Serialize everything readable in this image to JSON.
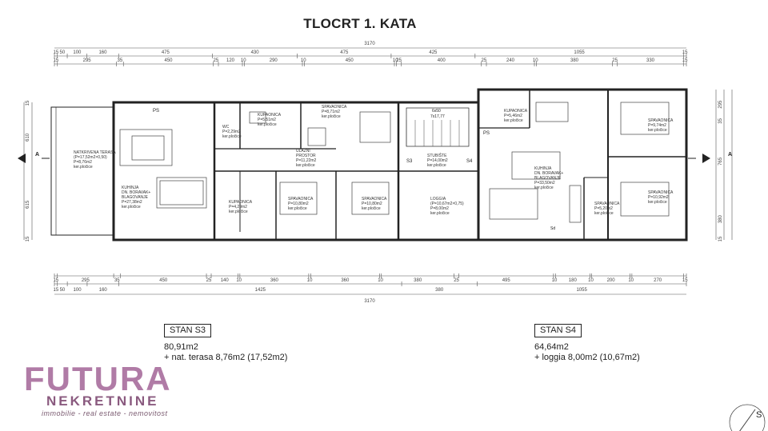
{
  "title": "TLOCRT 1. KATA",
  "dims_top_total": "3170",
  "dims_top_row1": [
    "15",
    "50",
    "100",
    "160",
    "475",
    "430",
    "475",
    "425",
    "1055",
    "15"
  ],
  "dims_top_row2": [
    "15",
    "295",
    "35",
    "450",
    "25",
    "120",
    "10",
    "290",
    "10",
    "450",
    "10",
    "25",
    "400",
    "25",
    "240",
    "10",
    "380",
    "25",
    "330",
    "15"
  ],
  "dims_bottom_row1": [
    "15",
    "295",
    "35",
    "450",
    "25",
    "140",
    "10",
    "360",
    "10",
    "360",
    "10",
    "380",
    "25",
    "495",
    "10",
    "180",
    "10",
    "200",
    "10",
    "270",
    "15"
  ],
  "dims_bottom_row2": [
    "15",
    "50",
    "100",
    "160",
    "1425",
    "380",
    "1055"
  ],
  "dims_bottom_total": "3170",
  "dims_left": [
    "15",
    "610",
    "615",
    "15"
  ],
  "dims_right": [
    "295",
    "35",
    "765",
    "380",
    "15"
  ],
  "rooms": [
    {
      "name": "NATKRIVENA TERASA",
      "area": "(P=17,52m2×0,50)",
      "area2": "P=8,76m2",
      "finish": "ker.pločice"
    },
    {
      "name": "KUHINJA",
      "name2": "DN. BORAVAK+",
      "name3": "BLAGOVANJE",
      "area": "P=27,38m2",
      "finish": "ker.pločice"
    },
    {
      "name": "WC",
      "area": "P=2,29m2",
      "finish": "ker.pločice"
    },
    {
      "name": "KUPAONICA",
      "area": "P=5,51m2",
      "finish": "ker.pločice"
    },
    {
      "name": "SPAVAONICA",
      "area": "P=8,71m2",
      "finish": "ker.pločice"
    },
    {
      "name": "ULAZNI",
      "name2": "PROSTOR",
      "area": "P=11,22m2",
      "finish": "ker.pločice"
    },
    {
      "name": "KUPAONICA",
      "area": "P=4,29m2",
      "finish": "ker.pločice"
    },
    {
      "name": "SPAVAONICA",
      "area": "P=10,80m2",
      "finish": "ker.pločice"
    },
    {
      "name": "SPAVAONICA",
      "area": "P=10,80m2",
      "finish": "ker.pločice"
    },
    {
      "name": "STUBIŠTE",
      "area": "P=14,00m2",
      "finish": "ker.pločice"
    },
    {
      "name": "LOGGIA",
      "area": "(P=10,67m2×0,75)",
      "area2": "P=8,00m2",
      "finish": "ker.pločice"
    },
    {
      "name": "KUPAONICA",
      "area": "P=5,46m2",
      "finish": "ker.pločice"
    },
    {
      "name": "KUHINJA",
      "name2": "DN. BORAVAK+",
      "name3": "BLAGOVANJE",
      "area": "P=33,50m2",
      "finish": "ker.pločice"
    },
    {
      "name": "SPAVAONICA",
      "area": "P=9,74m2",
      "finish": "ker.pločice"
    },
    {
      "name": "SPAVAONICA",
      "area": "P=5,20m2",
      "finish": "ker.pločice"
    },
    {
      "name": "SPAVAONICA",
      "area": "P=10,92m2",
      "finish": "ker.pločice"
    }
  ],
  "labels": {
    "s3": "S3",
    "s4": "S4",
    "section_a": "A",
    "ps": "PS",
    "stairs": "6x50",
    "stairs2": "7x17,77",
    "sd": "Sd",
    "north": "S"
  },
  "unit_s3": {
    "tag": "STAN S3",
    "area": "80,91m2",
    "extra": "+ nat. terasa 8,76m2 (17,52m2)"
  },
  "unit_s4": {
    "tag": "STAN S4",
    "area": "64,64m2",
    "extra": "+ loggia 8,00m2 (10,67m2)"
  },
  "logo": {
    "brand": "FUTURA",
    "sub": "NEKRETNINE",
    "tagline": "immobilie - real estate - nemovitost"
  },
  "colors": {
    "line": "#333333",
    "dim": "#555555",
    "logo": "#b07ba6"
  }
}
